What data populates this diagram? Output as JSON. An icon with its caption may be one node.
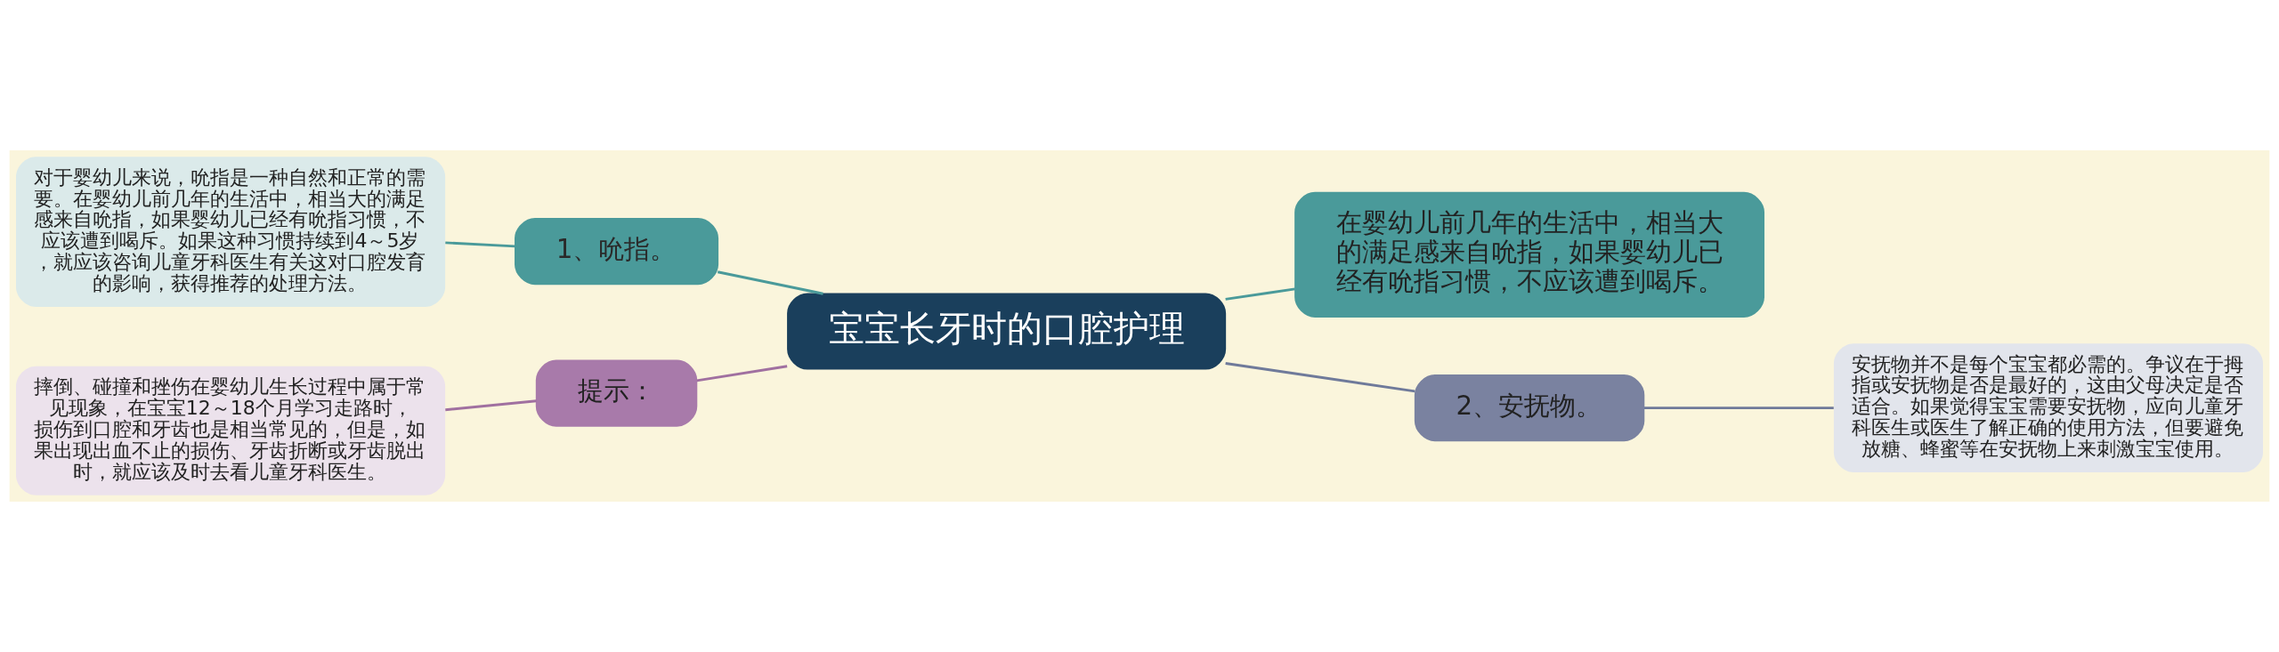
{
  "diagram": {
    "nodes": [
      {
        "text": [
          "宝宝长牙时的口腔护理"
        ]
      },
      {
        "text": [
          "1、吮指。"
        ]
      },
      {
        "text": [
          "对于婴幼儿来说，吮指是一种自然和正常的需要。在婴幼儿前几年的生活中，相当大的满足感来自吮指，如果婴幼儿已经有吮指习惯，不应该遭到喝斥。如果这种习惯持续到4～5岁，就应该咨询儿童牙科医生有关这对口腔发育的影响，获得推荐的处理方法。"
        ]
      },
      {
        "text": [
          "在婴幼儿前几年的生活中，相当大的满足感来自吮指，如果婴幼儿已经有吮指习惯，不应该遭到喝斥。"
        ]
      },
      {
        "text": [
          "2、安抚物。"
        ]
      },
      {
        "text": [
          "安抚物并不是每个宝宝都必需的。争议在于拇指或安抚物是否是最好的，这由父母决定是否适合。如果觉得宝宝需要安抚物，应向儿童牙科医生或医生了解正确的使用方法，但要避免放糖、蜂蜜等在安抚物上来刺激宝宝使用。"
        ]
      },
      {
        "text": [
          "提示："
        ]
      },
      {
        "text": [
          "摔倒、碰撞和挫伤在婴幼儿生长过程中属于常见现象，在宝宝12～18个月学习走路时，损伤到口腔和牙齿也是相当常见的，但是，如果出现出血不止的损伤、牙齿折断或牙齿脱出时，就应该及时去看儿童牙科医生。"
        ]
      }
    ],
    "edges": [
      {
        "from": 0,
        "to": 1,
        "arrow": "none"
      },
      {
        "from": 1,
        "to": 2,
        "arrow": "none"
      },
      {
        "from": 0,
        "to": 3,
        "arrow": "none"
      },
      {
        "from": 0,
        "to": 4,
        "arrow": "none",
        "color": "#6f7a9a"
      },
      {
        "from": 4,
        "to": 5,
        "arrow": "none",
        "color": "#6f7a9a"
      },
      {
        "from": 0,
        "to": 6,
        "arrow": "none",
        "color": "#a070a0"
      },
      {
        "from": 6,
        "to": 7,
        "arrow": "none",
        "color": "#a070a0"
      }
    ]
  }
}
